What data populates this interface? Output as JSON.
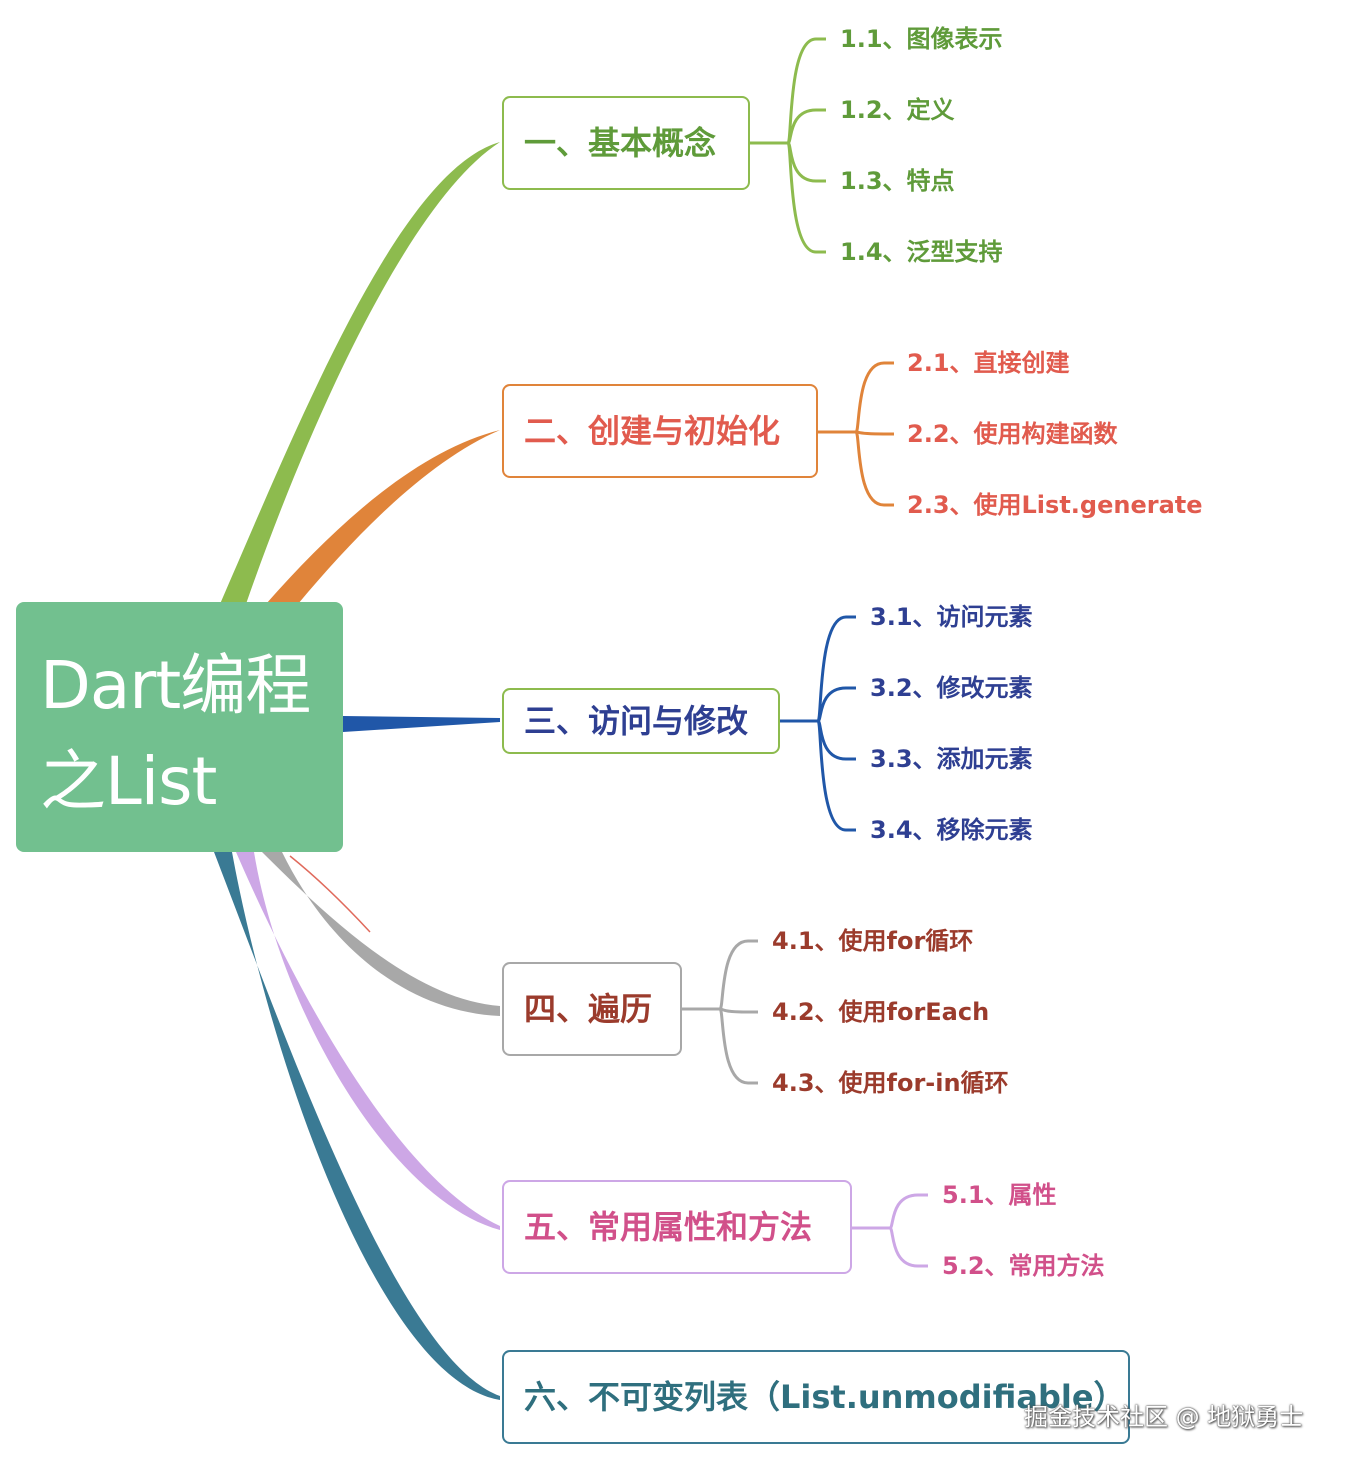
{
  "root": {
    "line1": "Dart编程",
    "line2": "之List"
  },
  "branches": [
    {
      "label": "一、基本概念",
      "color": "#8dbb4e",
      "text_color": "#5f9b3a",
      "children": [
        "1.1、图像表示",
        "1.2、定义",
        "1.3、特点",
        "1.4、泛型支持"
      ]
    },
    {
      "label": "二、创建与初始化",
      "color": "#e0843a",
      "text_color": "#e15b4e",
      "children": [
        "2.1、直接创建",
        "2.2、使用构建函数",
        "2.3、使用List.generate"
      ]
    },
    {
      "label": "三、访问与修改",
      "color": "#2057a8",
      "text_color": "#2e3f92",
      "children": [
        "3.1、访问元素",
        "3.2、修改元素",
        "3.3、添加元素",
        "3.4、移除元素"
      ]
    },
    {
      "label": "四、遍历",
      "color": "#a8a8a8",
      "text_color": "#9b3b2c",
      "children": [
        "4.1、使用for循环",
        "4.2、使用forEach",
        "4.3、使用for-in循环"
      ]
    },
    {
      "label": "五、常用属性和方法",
      "color": "#cda7e6",
      "text_color": "#d1508a",
      "children": [
        "5.1、属性",
        "5.2、常用方法"
      ]
    },
    {
      "label": "六、不可变列表（List.unmodifiable）",
      "color": "#3a7a94",
      "text_color": "#2f6f7e",
      "children": []
    }
  ],
  "watermark": "掘金技术社区 @ 地狱勇士"
}
